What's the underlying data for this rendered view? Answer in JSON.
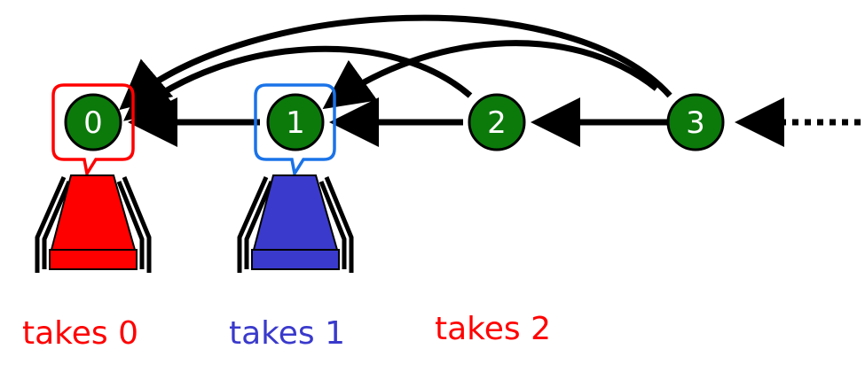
{
  "colors": {
    "node_fill": "#0b7a0b",
    "arrow": "#000000",
    "red": "#ff0000",
    "blue": "#3a3acc",
    "callout_blue": "#1a73e8"
  },
  "nodes": [
    {
      "label": "0"
    },
    {
      "label": "1"
    },
    {
      "label": "2"
    },
    {
      "label": "3"
    }
  ],
  "captions": [
    {
      "text": "takes 0",
      "color": "#ff0000"
    },
    {
      "text": "takes 1",
      "color": "#3a3acc"
    },
    {
      "text": "takes 2",
      "color": "#ff0000"
    }
  ],
  "icons": {
    "red_cup": "stacked-cup-icon",
    "blue_cup": "stacked-cup-icon",
    "callout": "speech-bubble-icon"
  }
}
